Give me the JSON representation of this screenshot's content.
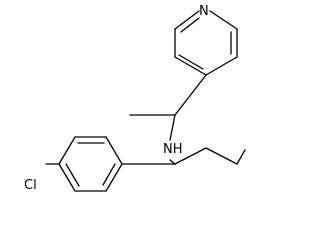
{
  "atom_labels": {
    "nitrogen": "N",
    "amine": "NH",
    "chlorine": "Cl"
  }
}
